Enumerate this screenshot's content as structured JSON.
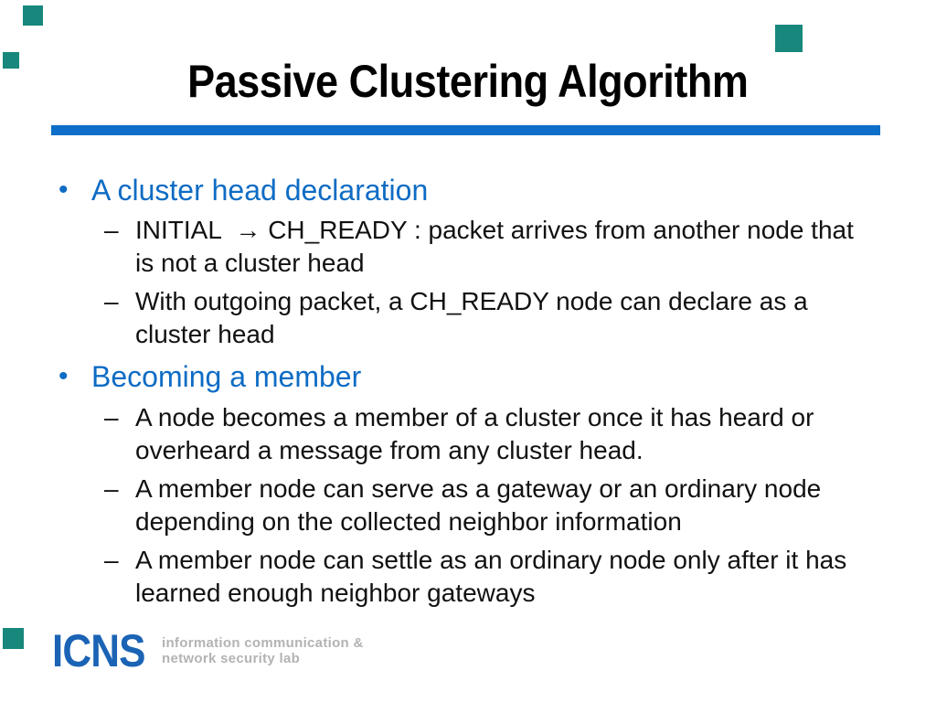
{
  "slide": {
    "title": "Passive Clustering Algorithm"
  },
  "markers": {
    "bullet": "•",
    "dash": "–"
  },
  "content": {
    "sections": [
      {
        "heading": "A cluster head declaration",
        "items": [
          "INITIAL  → CH_READY : packet arrives from another node that is not a cluster head",
          "With outgoing packet, a CH_READY node can declare as a cluster head"
        ]
      },
      {
        "heading": "Becoming a member",
        "items": [
          "A node becomes a member of a cluster once it has heard or overheard a message from any cluster head.",
          "A member node can serve as a gateway or an ordinary node depending on the collected neighbor information",
          "A member node can settle as an ordinary node only after it has learned enough neighbor gateways"
        ]
      }
    ]
  },
  "logo": {
    "name": "ICNS",
    "tagline_line1": "information communication &",
    "tagline_line2": "network security lab"
  },
  "colors": {
    "accent_blue": "#0e6cc4",
    "rule_blue": "#0d6fc8",
    "text_black": "#111111",
    "logo_blue": "#1b63b5",
    "logo_gray": "#b3b3b3",
    "marker_teal": "#18877c",
    "background": "#ffffff"
  }
}
